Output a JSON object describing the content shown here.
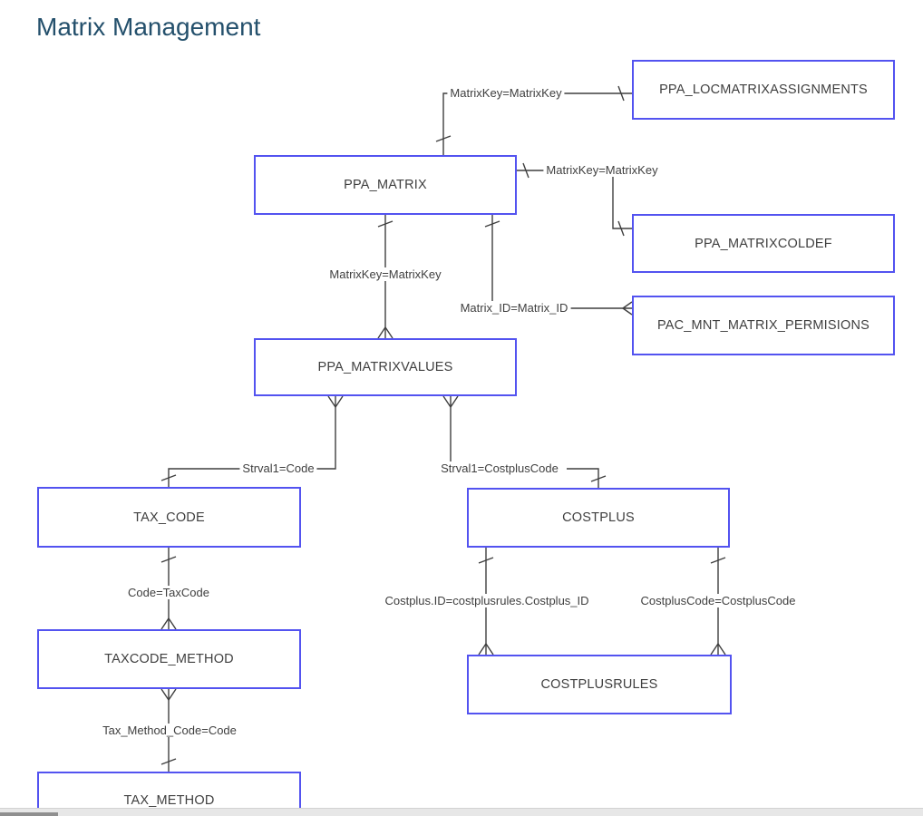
{
  "header": {
    "title": "Matrix Management"
  },
  "diagram": {
    "entities": [
      {
        "label": "PPA_LOCMATRIXASSIGNMENTS"
      },
      {
        "label": "PPA_MATRIX"
      },
      {
        "label": "PPA_MATRIXCOLDEF"
      },
      {
        "label": "PAC_MNT_MATRIX_PERMISIONS"
      },
      {
        "label": "PPA_MATRIXVALUES"
      },
      {
        "label": "TAX_CODE"
      },
      {
        "label": "COSTPLUS"
      },
      {
        "label": "TAXCODE_METHOD"
      },
      {
        "label": "COSTPLUSRULES"
      },
      {
        "label": "TAX_METHOD"
      }
    ],
    "relationships": [
      {
        "label": "MatrixKey=MatrixKey"
      },
      {
        "label": "MatrixKey=MatrixKey"
      },
      {
        "label": "MatrixKey=MatrixKey"
      },
      {
        "label": "Matrix_ID=Matrix_ID"
      },
      {
        "label": "Strval1=Code"
      },
      {
        "label": "Strval1=CostplusCode"
      },
      {
        "label": "Code=TaxCode"
      },
      {
        "label": "Costplus.ID=costplusrules.Costplus_ID"
      },
      {
        "label": "CostplusCode=CostplusCode"
      },
      {
        "label": "Tax_Method_Code=Code"
      }
    ],
    "colors": {
      "entity_border": "#5353f0",
      "connector": "#3f3f3f",
      "text": "#3f3f3f",
      "title": "#24506c",
      "scrollbar_track": "#e7e7e7",
      "scrollbar_thumb": "#8f8f8f"
    }
  }
}
